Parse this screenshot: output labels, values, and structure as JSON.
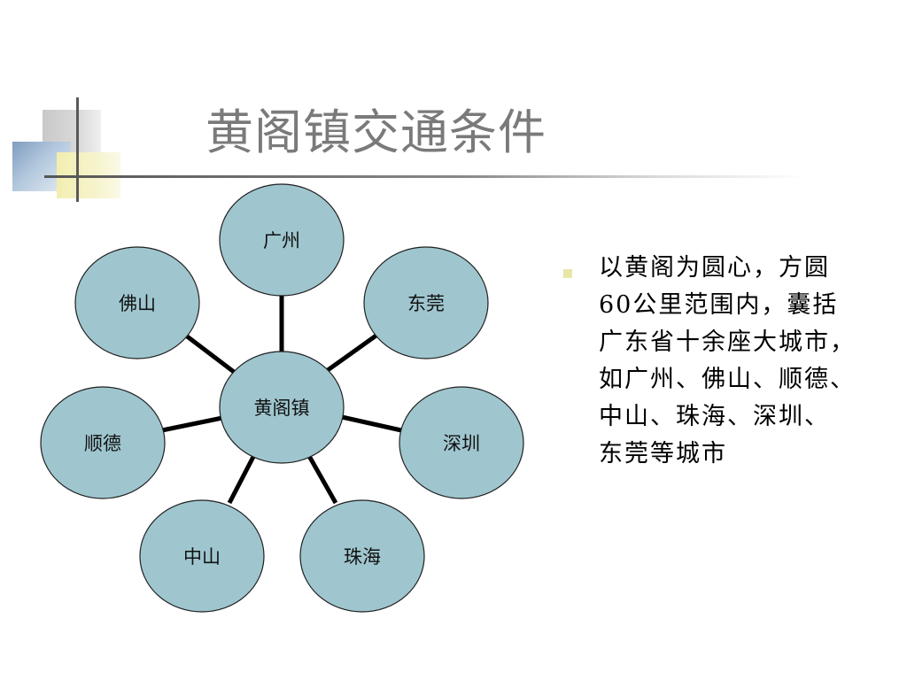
{
  "slide": {
    "title": "黄阁镇交通条件"
  },
  "diagram": {
    "center": {
      "label": "黄阁镇"
    },
    "nodes": [
      {
        "id": "guangzhou",
        "label": "广州"
      },
      {
        "id": "dongguan",
        "label": "东莞"
      },
      {
        "id": "shenzhen",
        "label": "深圳"
      },
      {
        "id": "zhuhai",
        "label": "珠海"
      },
      {
        "id": "zhongshan",
        "label": "中山"
      },
      {
        "id": "shunde",
        "label": "顺德"
      },
      {
        "id": "foshan",
        "label": "佛山"
      }
    ],
    "colors": {
      "node_fill": "#9fc6cf",
      "node_stroke": "#1f1f1f",
      "connector": "#000000"
    }
  },
  "bullet": {
    "lines": [
      "以黄阁为圆心，方圆",
      "60公里范围内，囊括",
      "广东省十余座大城市，",
      "如广州、佛山、顺德、",
      "中山、珠海、深圳、",
      "东莞等城市"
    ]
  },
  "theme": {
    "title_color": "#7a7a7a",
    "bullet_marker_color": "#e8e6a8"
  }
}
